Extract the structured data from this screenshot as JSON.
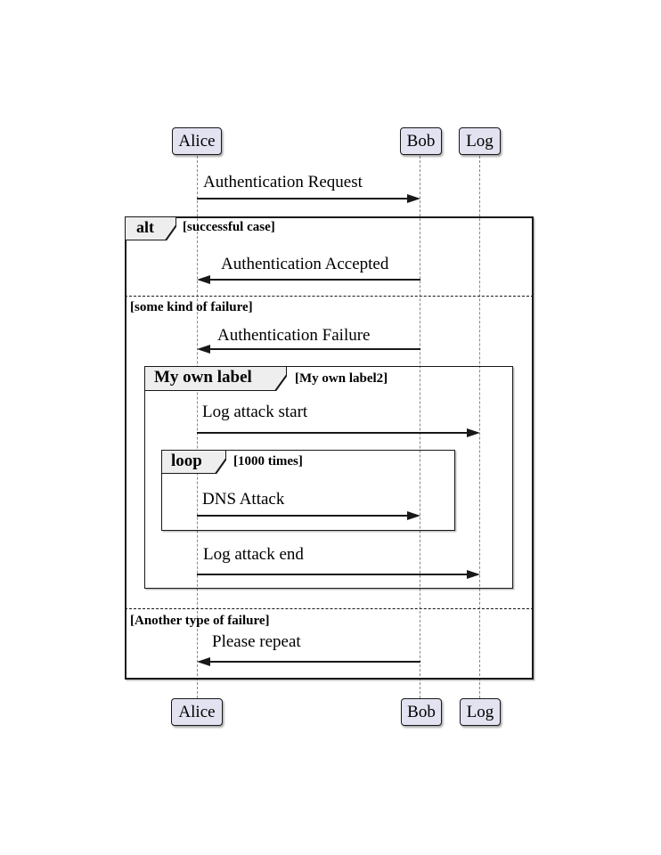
{
  "participants": [
    {
      "name": "Alice"
    },
    {
      "name": "Bob"
    },
    {
      "name": "Log"
    }
  ],
  "messages": [
    {
      "text": "Authentication Request",
      "from": "Alice",
      "to": "Bob"
    },
    {
      "text": "Authentication Accepted",
      "from": "Bob",
      "to": "Alice"
    },
    {
      "text": "Authentication Failure",
      "from": "Bob",
      "to": "Alice"
    },
    {
      "text": "Log attack start",
      "from": "Alice",
      "to": "Log"
    },
    {
      "text": "DNS Attack",
      "from": "Alice",
      "to": "Bob"
    },
    {
      "text": "Log attack end",
      "from": "Alice",
      "to": "Log"
    },
    {
      "text": "Please repeat",
      "from": "Bob",
      "to": "Alice"
    }
  ],
  "frames": {
    "alt": {
      "keyword": "alt",
      "condition": "[successful case]",
      "dividers": [
        "[some kind of failure]",
        "[Another type of failure]"
      ]
    },
    "group": {
      "keyword": "My own label",
      "condition": "[My own label2]"
    },
    "loop": {
      "keyword": "loop",
      "condition": "[1000 times]"
    }
  },
  "colors": {
    "participant_fill": "#E2E2F0",
    "frame_label_fill": "#EEEEEE",
    "line": "#181818",
    "lifeline": "#888888"
  }
}
